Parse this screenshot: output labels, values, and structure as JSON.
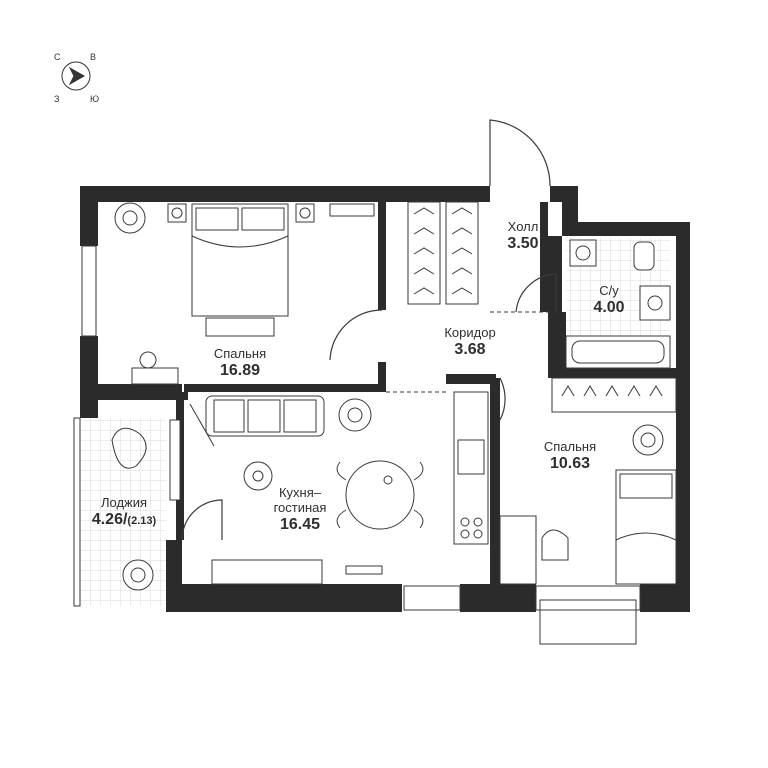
{
  "compass": {
    "north": "С",
    "east": "В",
    "west": "З",
    "south": "Ю"
  },
  "rooms": {
    "bedroom_1": {
      "name": "Спальня",
      "area": "16.89"
    },
    "hall": {
      "name": "Холл",
      "area": "3.50"
    },
    "bathroom": {
      "name": "С/у",
      "area": "4.00"
    },
    "corridor": {
      "name": "Коридор",
      "area": "3.68"
    },
    "bedroom_2": {
      "name": "Спальня",
      "area": "10.63"
    },
    "kitchen_living": {
      "name_line1": "Кухня–",
      "name_line2": "гостиная",
      "area": "16.45"
    },
    "loggia": {
      "name": "Лоджия",
      "area": "4.26",
      "area_reduced": "(2.13)",
      "separator": "/"
    }
  },
  "colors": {
    "wall": "#2b2b2b",
    "line": "#3a3a3a",
    "tile": "#c9c9c9"
  }
}
